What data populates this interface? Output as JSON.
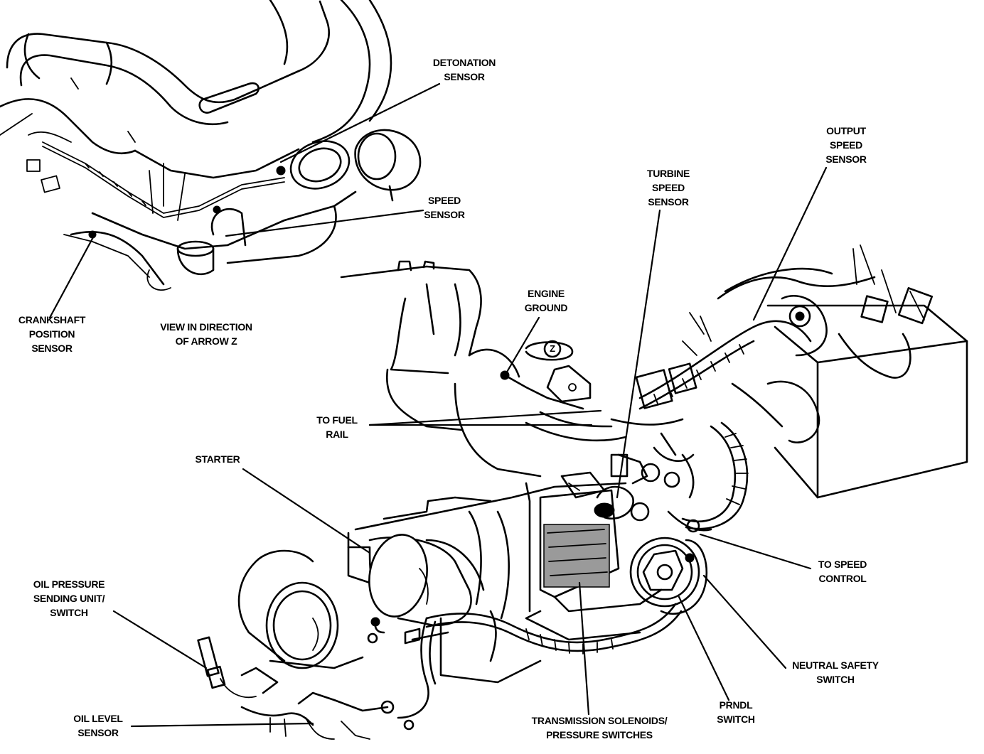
{
  "labels": {
    "detonation_sensor": [
      "DETONATION",
      "SENSOR"
    ],
    "speed_sensor": [
      "SPEED",
      "SENSOR"
    ],
    "crankshaft_position_sensor": [
      "CRANKSHAFT",
      "POSITION",
      "SENSOR"
    ],
    "view_direction": [
      "VIEW IN DIRECTION",
      "OF ARROW Z"
    ],
    "output_speed_sensor": [
      "OUTPUT",
      "SPEED",
      "SENSOR"
    ],
    "turbine_speed_sensor": [
      "TURBINE",
      "SPEED",
      "SENSOR"
    ],
    "engine_ground": [
      "ENGINE",
      "GROUND"
    ],
    "to_fuel_rail": [
      "TO FUEL",
      "RAIL"
    ],
    "starter": [
      "STARTER"
    ],
    "to_speed_control": [
      "TO SPEED",
      "CONTROL"
    ],
    "oil_pressure_sending_unit": [
      "OIL PRESSURE",
      "SENDING UNIT/",
      "SWITCH"
    ],
    "neutral_safety_switch": [
      "NEUTRAL SAFETY",
      "SWITCH"
    ],
    "prndl_switch": [
      "PRNDL",
      "SWITCH"
    ],
    "transmission_solenoids": [
      "TRANSMISSION SOLENOIDS/",
      "PRESSURE SWITCHES"
    ],
    "oil_level_sensor": [
      "OIL LEVEL",
      "SENSOR"
    ],
    "arrow_marker": "Z"
  },
  "colors": {
    "ink": "#000000",
    "paper": "#ffffff"
  }
}
